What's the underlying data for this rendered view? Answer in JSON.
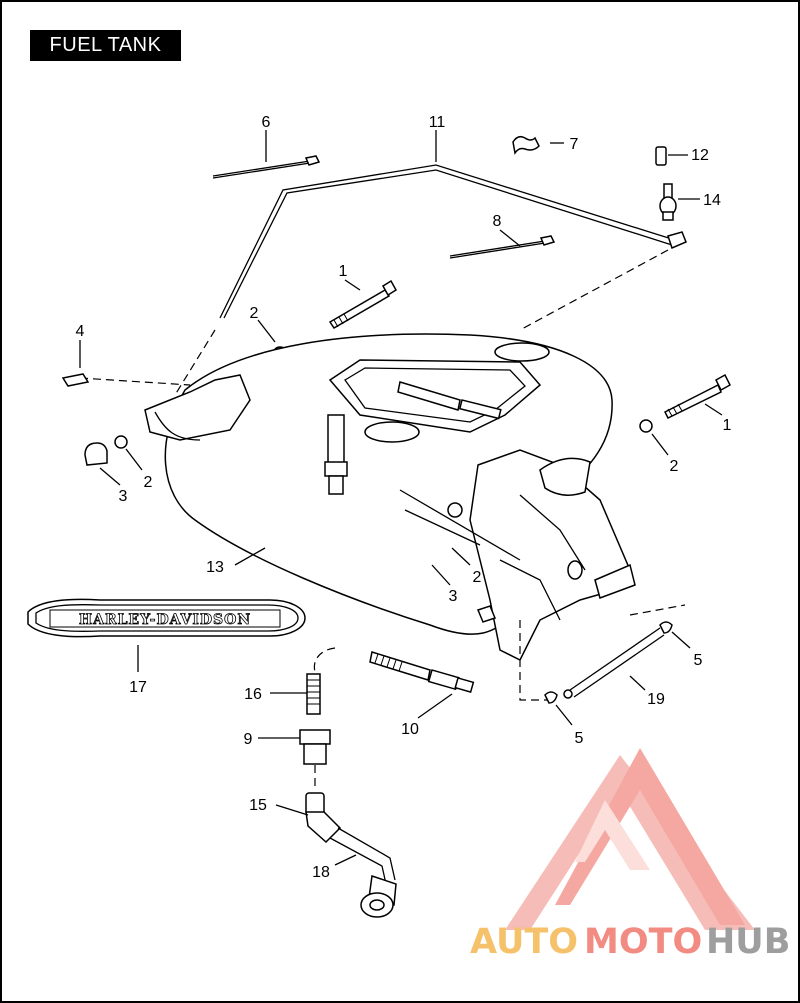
{
  "diagram": {
    "title": "FUEL TANK",
    "callouts": [
      {
        "id": "c6",
        "label": "6"
      },
      {
        "id": "c11",
        "label": "11"
      },
      {
        "id": "c7",
        "label": "7"
      },
      {
        "id": "c12",
        "label": "12"
      },
      {
        "id": "c14",
        "label": "14"
      },
      {
        "id": "c8",
        "label": "8"
      },
      {
        "id": "c1a",
        "label": "1"
      },
      {
        "id": "c2a",
        "label": "2"
      },
      {
        "id": "c4",
        "label": "4"
      },
      {
        "id": "c1b",
        "label": "1"
      },
      {
        "id": "c2b",
        "label": "2"
      },
      {
        "id": "c2c",
        "label": "2"
      },
      {
        "id": "c3a",
        "label": "3"
      },
      {
        "id": "c13",
        "label": "13"
      },
      {
        "id": "c2d",
        "label": "2"
      },
      {
        "id": "c3b",
        "label": "3"
      },
      {
        "id": "c5a",
        "label": "5"
      },
      {
        "id": "c17",
        "label": "17"
      },
      {
        "id": "c16",
        "label": "16"
      },
      {
        "id": "c19",
        "label": "19"
      },
      {
        "id": "c10",
        "label": "10"
      },
      {
        "id": "c9",
        "label": "9"
      },
      {
        "id": "c5b",
        "label": "5"
      },
      {
        "id": "c15",
        "label": "15"
      },
      {
        "id": "c18",
        "label": "18"
      }
    ],
    "emblem_text": "HARLEY-DAVIDSON",
    "watermark": {
      "part1": "AUTO",
      "part2": "MOTO",
      "part3": "HUB",
      "color_primary": "#f5c26b",
      "color_secondary": "#f28b82",
      "color_tertiary": "#9e9e9e"
    }
  }
}
